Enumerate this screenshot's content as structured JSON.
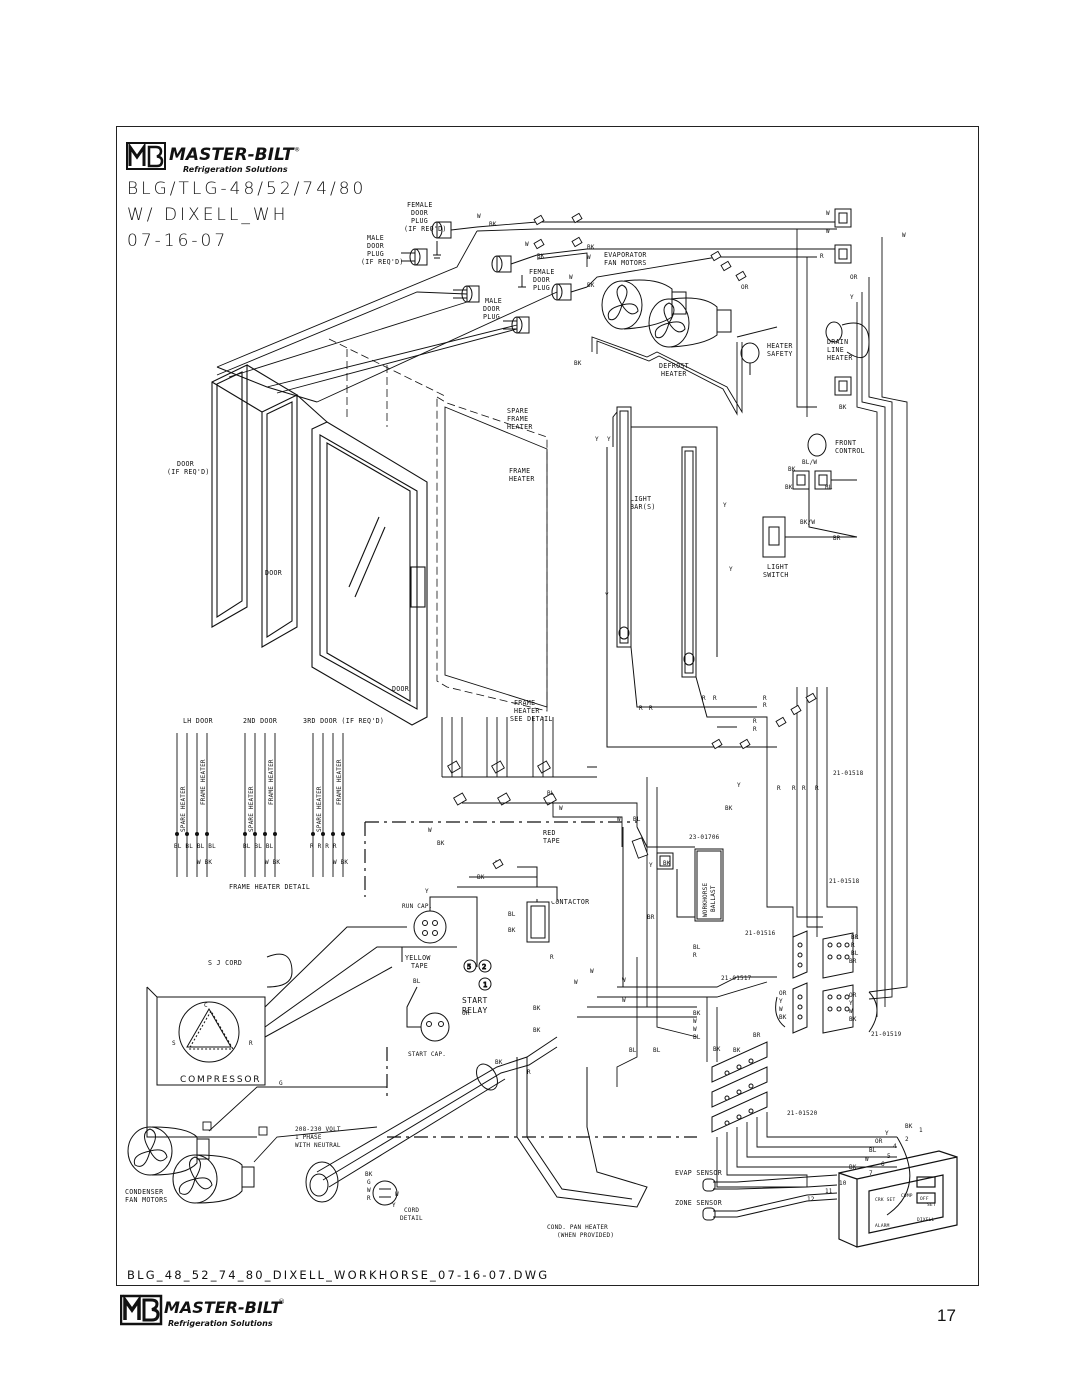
{
  "brand": {
    "name": "MASTER-BILT",
    "monogram": "MB",
    "tagline": "Refrigeration Solutions",
    "registered": "®"
  },
  "title": {
    "model": "BLG/TLG-48/52/74/80",
    "controller": "W/ DIXELL_WH",
    "date": "07-16-07"
  },
  "drawing_file": "BLG_48_52_74_80_DIXELL_WORKHORSE_07-16-07.DWG",
  "page_number": "17",
  "labels": {
    "female_door_plug_1": [
      "FEMALE",
      "DOOR",
      "PLUG",
      "(IF REQ'D)"
    ],
    "male_door_plug_1": [
      "MALE",
      "DOOR",
      "PLUG",
      "(IF REQ'D)"
    ],
    "female_door_plug_2": [
      "FEMALE",
      "DOOR",
      "PLUG"
    ],
    "male_door_plug_2": [
      "MALE",
      "DOOR",
      "PLUG"
    ],
    "evaporator": [
      "EVAPORATOR",
      "FAN MOTORS"
    ],
    "heater_safety": [
      "HEATER",
      "SAFETY"
    ],
    "drain_line_heater": [
      "DRAIN",
      "LINE",
      "HEATER"
    ],
    "defrost_heater": [
      "DEFROST",
      "HEATER"
    ],
    "spare_frame_heater": [
      "SPARE",
      "FRAME",
      "HEATER"
    ],
    "frame_heater": [
      "FRAME",
      "HEATER"
    ],
    "frame_heater_detail_ref": [
      "FRAME",
      "HEATER",
      "SEE DETAIL"
    ],
    "door_if_reqd": [
      "DOOR",
      "(IF REQ'D)"
    ],
    "door": "DOOR",
    "door_2": "DOOR",
    "light_bars": [
      "LIGHT",
      "BAR(S)"
    ],
    "front_control": [
      "FRONT",
      "CONTROL"
    ],
    "light_switch": [
      "LIGHT",
      "SWITCH"
    ],
    "lh_door": "LH DOOR",
    "second_door": "2ND DOOR",
    "third_door": "3RD DOOR (IF REQ'D)",
    "spare_heater": "SPARE HEATER",
    "frame_heater_vert": "FRAME HEATER",
    "frame_heater_detail": "FRAME HEATER DETAIL",
    "red_tape": [
      "RED",
      "TAPE"
    ],
    "contactor": "CONTACTOR",
    "run_cap": "RUN CAP.",
    "yellow_tape": [
      "YELLOW",
      "TAPE"
    ],
    "start_relay": [
      "START",
      "RELAY"
    ],
    "start_cap": "START CAP.",
    "sj_cord": "S J CORD",
    "compressor": "COMPRESSOR",
    "ballast": [
      "WORKHORSE",
      "BALLAST"
    ],
    "part_23_01706": "23-01706",
    "part_21_01518": "21-01518",
    "part_21_01516": "21-01516",
    "part_21_01517": "21-01517",
    "part_21_01519": "21-01519",
    "part_21_01520": "21-01520",
    "power": [
      "208-230 VOLT",
      "1 PHASE",
      "WITH NEUTRAL"
    ],
    "cord_detail": [
      "CORD",
      "DETAIL"
    ],
    "condenser": [
      "CONDENSER",
      "FAN MOTORS"
    ],
    "evap_sensor": "EVAP SENSOR",
    "zone_sensor": "ZONE SENSOR",
    "cond_pan_heater": [
      "COND. PAN HEATER",
      "(WHEN PROVIDED)"
    ]
  },
  "wire_codes": [
    "W",
    "BK",
    "R",
    "OR",
    "Y",
    "BL",
    "BR",
    "BK/W",
    "BL/W",
    "G"
  ],
  "terminal_numbers": [
    "1",
    "2",
    "4",
    "5",
    "6",
    "7",
    "10",
    "11",
    "12"
  ],
  "controller_display": {
    "button_labels": [
      "OFF",
      "SET"
    ],
    "small_text": [
      "CRK SET",
      "COMP",
      "ALARM",
      "DIXELL"
    ]
  }
}
